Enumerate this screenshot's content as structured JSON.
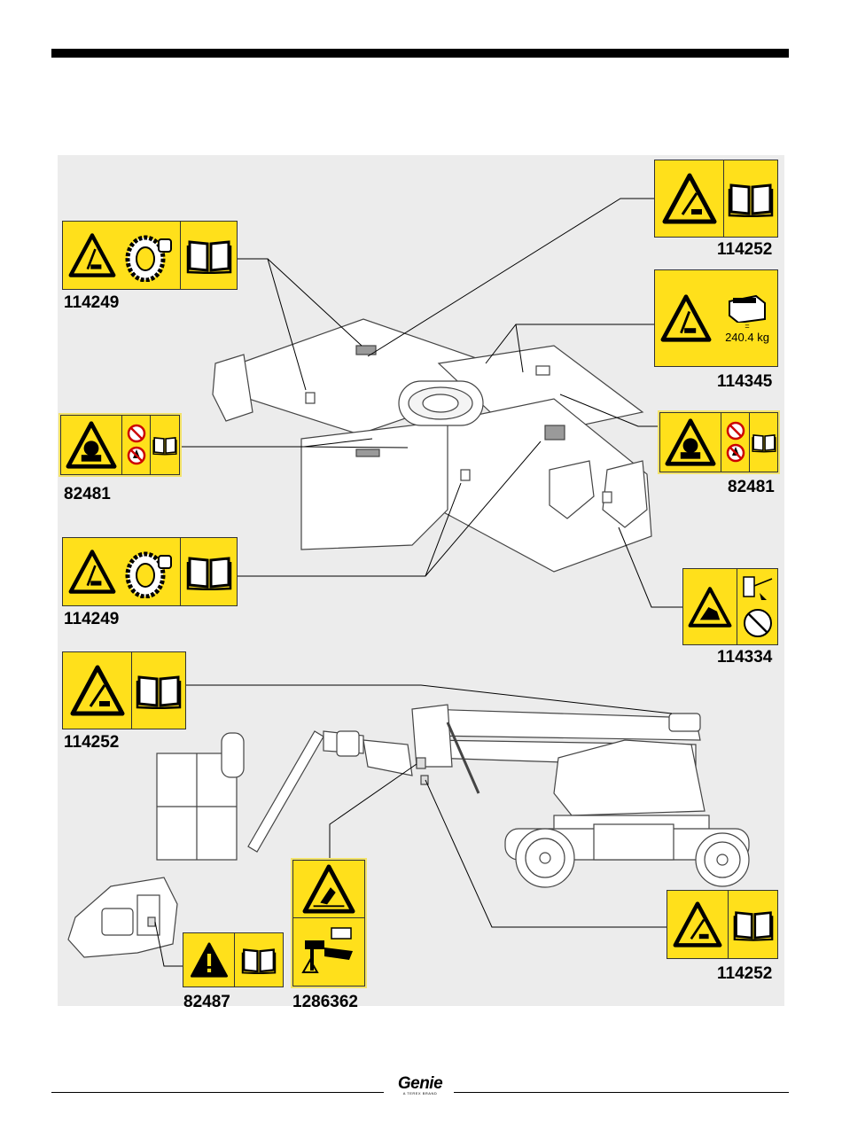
{
  "part_numbers": {
    "top_right": "114252",
    "upper_left": "114249",
    "right_weight": "114345",
    "left_mid": "82481",
    "right_mid": "82481",
    "lower_left": "114249",
    "right_lower": "114334",
    "boom_left": "114252",
    "boom_right": "114252",
    "jib": "82487",
    "platform": "1286362"
  },
  "decal_text": {
    "weight": "240.4 kg",
    "equals": "="
  },
  "footer": {
    "brand": "Genie",
    "tagline": "A TEREX BRAND"
  },
  "colors": {
    "decal_yellow": "#ffe01b",
    "rule": "#000000"
  }
}
